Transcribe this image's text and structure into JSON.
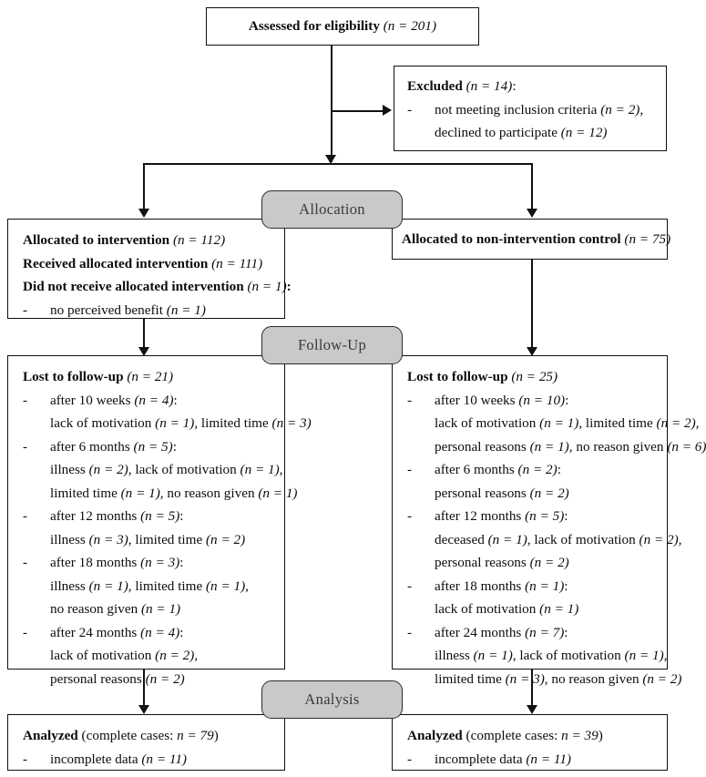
{
  "figure": {
    "type": "consort-flow-diagram",
    "stages": [
      {
        "id": "allocation",
        "label": "Allocation"
      },
      {
        "id": "follow-up",
        "label": "Follow-Up"
      },
      {
        "id": "analysis",
        "label": "Analysis"
      }
    ]
  },
  "enrollment": {
    "assessed": {
      "label": "Assessed for eligibility",
      "n": "(n = 201)"
    },
    "excluded": {
      "header": "Excluded",
      "header_n": "(n = 14)",
      "colon": ":",
      "dash": "-",
      "reasons": [
        {
          "text": "not meeting inclusion criteria",
          "n": "(n = 2),"
        },
        {
          "text": "declined to participate",
          "n": "(n = 12)"
        }
      ]
    }
  },
  "allocation": {
    "left": {
      "lines": [
        {
          "text": "Allocated to intervention",
          "n": "(n = 112)",
          "tail": ""
        },
        {
          "text": "Received allocated intervention",
          "n": "(n = 111)",
          "tail": ""
        },
        {
          "text": "Did not receive allocated intervention",
          "n": "(n = 1)",
          "tail": ":"
        }
      ],
      "dash": "-",
      "detail": {
        "text": "no perceived benefit",
        "n": "(n = 1)"
      }
    },
    "right": {
      "lines": [
        {
          "text": "Allocated to non-intervention control",
          "n": "(n = 75)",
          "tail": ""
        }
      ]
    }
  },
  "followup": {
    "left": {
      "header": "Lost to follow-up",
      "header_n": "(n = 21)",
      "dash": "-",
      "groups": [
        {
          "label": "after 10 weeks",
          "n": "(n = 4)",
          "colon": ":",
          "reasons": [
            [
              {
                "text": "lack of motivation ",
                "n": "(n = 1)",
                "tail": ", limited time "
              },
              {
                "text": "",
                "n": "(n = 3)",
                "tail": ""
              }
            ]
          ],
          "reason_lines": [
            {
              "segs": [
                {
                  "t": "lack of motivation "
                },
                {
                  "t": "(n = 1)",
                  "i": true
                },
                {
                  "t": ", limited time "
                },
                {
                  "t": "(n = 3)",
                  "i": true
                }
              ]
            }
          ]
        },
        {
          "label": "after 6 months",
          "n": "(n = 5)",
          "colon": ":",
          "reason_lines": [
            {
              "segs": [
                {
                  "t": "illness "
                },
                {
                  "t": "(n = 2)",
                  "i": true
                },
                {
                  "t": ", lack of motivation "
                },
                {
                  "t": "(n = 1),",
                  "i": true
                }
              ]
            },
            {
              "segs": [
                {
                  "t": "limited time "
                },
                {
                  "t": "(n = 1)",
                  "i": true
                },
                {
                  "t": ", no reason given "
                },
                {
                  "t": "(n = 1)",
                  "i": true
                }
              ]
            }
          ]
        },
        {
          "label": "after 12 months",
          "n": "(n = 5)",
          "colon": ":",
          "reason_lines": [
            {
              "segs": [
                {
                  "t": "illness "
                },
                {
                  "t": "(n = 3)",
                  "i": true
                },
                {
                  "t": ", limited time "
                },
                {
                  "t": "(n = 2)",
                  "i": true
                }
              ]
            }
          ]
        },
        {
          "label": "after 18 months",
          "n": "(n = 3)",
          "colon": ":",
          "reason_lines": [
            {
              "segs": [
                {
                  "t": "illness "
                },
                {
                  "t": "(n = 1)",
                  "i": true
                },
                {
                  "t": ", limited time "
                },
                {
                  "t": "(n = 1),",
                  "i": true
                }
              ]
            },
            {
              "segs": [
                {
                  "t": "no reason given "
                },
                {
                  "t": "(n = 1)",
                  "i": true
                }
              ]
            }
          ]
        },
        {
          "label": "after 24 months",
          "n": "(n = 4)",
          "colon": ":",
          "reason_lines": [
            {
              "segs": [
                {
                  "t": "lack of motivation "
                },
                {
                  "t": "(n = 2),",
                  "i": true
                }
              ]
            },
            {
              "segs": [
                {
                  "t": "personal reasons "
                },
                {
                  "t": "(n = 2)",
                  "i": true
                }
              ]
            }
          ]
        }
      ]
    },
    "right": {
      "header": "Lost to follow-up",
      "header_n": "(n = 25)",
      "dash": "-",
      "groups": [
        {
          "label": "after 10 weeks",
          "n": "(n = 10)",
          "colon": ":",
          "reason_lines": [
            {
              "segs": [
                {
                  "t": "lack of motivation "
                },
                {
                  "t": "(n = 1)",
                  "i": true
                },
                {
                  "t": ", limited time "
                },
                {
                  "t": "(n = 2),",
                  "i": true
                }
              ]
            },
            {
              "segs": [
                {
                  "t": "personal reasons "
                },
                {
                  "t": "(n = 1)",
                  "i": true
                },
                {
                  "t": ", no reason given "
                },
                {
                  "t": "(n = 6)",
                  "i": true
                }
              ]
            }
          ]
        },
        {
          "label": "after 6 months",
          "n": "(n = 2)",
          "colon": ":",
          "reason_lines": [
            {
              "segs": [
                {
                  "t": "personal reasons "
                },
                {
                  "t": "(n = 2)",
                  "i": true
                }
              ]
            }
          ]
        },
        {
          "label": "after 12 months",
          "n": "(n = 5)",
          "colon": ":",
          "reason_lines": [
            {
              "segs": [
                {
                  "t": "deceased "
                },
                {
                  "t": "(n = 1)",
                  "i": true
                },
                {
                  "t": ", lack of motivation "
                },
                {
                  "t": "(n = 2),",
                  "i": true
                }
              ]
            },
            {
              "segs": [
                {
                  "t": "personal reasons "
                },
                {
                  "t": "(n = 2)",
                  "i": true
                }
              ]
            }
          ]
        },
        {
          "label": "after 18 months",
          "n": "(n = 1)",
          "colon": ":",
          "reason_lines": [
            {
              "segs": [
                {
                  "t": "lack of motivation "
                },
                {
                  "t": "(n = 1)",
                  "i": true
                }
              ]
            }
          ]
        },
        {
          "label": "after 24 months",
          "n": "(n = 7)",
          "colon": ":",
          "reason_lines": [
            {
              "segs": [
                {
                  "t": "illness "
                },
                {
                  "t": "(n = 1)",
                  "i": true
                },
                {
                  "t": ", lack of motivation "
                },
                {
                  "t": "(n = 1),",
                  "i": true
                }
              ]
            },
            {
              "segs": [
                {
                  "t": "limited time "
                },
                {
                  "t": "(n = 3)",
                  "i": true
                },
                {
                  "t": ", no reason given "
                },
                {
                  "t": "(n = 2)",
                  "i": true
                }
              ]
            }
          ]
        }
      ]
    }
  },
  "analysis": {
    "left": {
      "header": "Analyzed",
      "rest": "(complete cases: ",
      "n": "n = 79",
      "close": ")",
      "dash": "-",
      "detail": {
        "text": "incomplete data",
        "n": "(n = 11)"
      }
    },
    "right": {
      "header": "Analyzed",
      "rest": "(complete cases: ",
      "n": "n = 39",
      "close": ")",
      "dash": "-",
      "detail": {
        "text": "incomplete data",
        "n": "(n = 11)"
      }
    }
  },
  "colors": {
    "stage_fill": "#c9c9c9",
    "line": "#111111",
    "text": "#0d0d0d"
  }
}
